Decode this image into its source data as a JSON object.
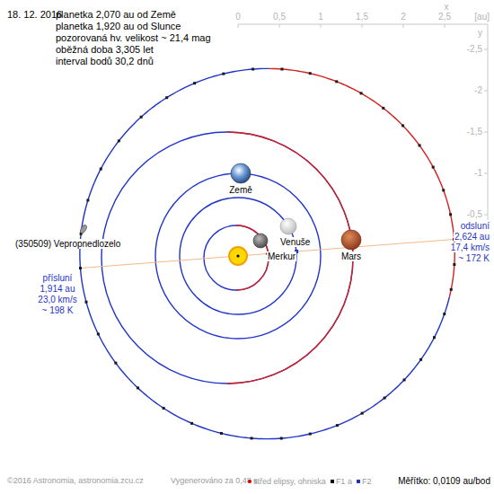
{
  "diagram": {
    "labels": [
      "18. 12. 2016",
      "planetka 2,070 au od Země",
      "planetka 1,920 au od Slunce",
      "pozorovaná hv. velikost ~ 21,4 mag",
      "oběžná doba 3,305 let",
      "interval bodů 30,2 dnů",
      "0",
      "0,5",
      "1",
      "1,5",
      "2",
      "2,5",
      "x",
      "[au]",
      "y",
      "-2,5",
      "-2",
      "-1,5",
      "-1",
      "-0,5",
      "Země",
      "Venuše",
      "Merkur",
      "Mars",
      "(350509) Vepropnedlozelo",
      "přísluní",
      "1,914 au",
      "23,0 km/s",
      "~ 198 K",
      "odsluní",
      "2,624 au",
      "17,4 km/s",
      "~ 172 K",
      "©2016 Astronomia, astronomia.zcu.cz",
      "Vygenerováno za 0,48 s",
      "Měřítko: 0,0109 au/bod"
    ],
    "legend": [
      {
        "text": "střed elipsy, ohniska",
        "color": "#cc0000"
      },
      {
        "text": "F1 a",
        "color": "#000000"
      },
      {
        "text": "F2",
        "color": "#1f35c8"
      }
    ]
  }
}
